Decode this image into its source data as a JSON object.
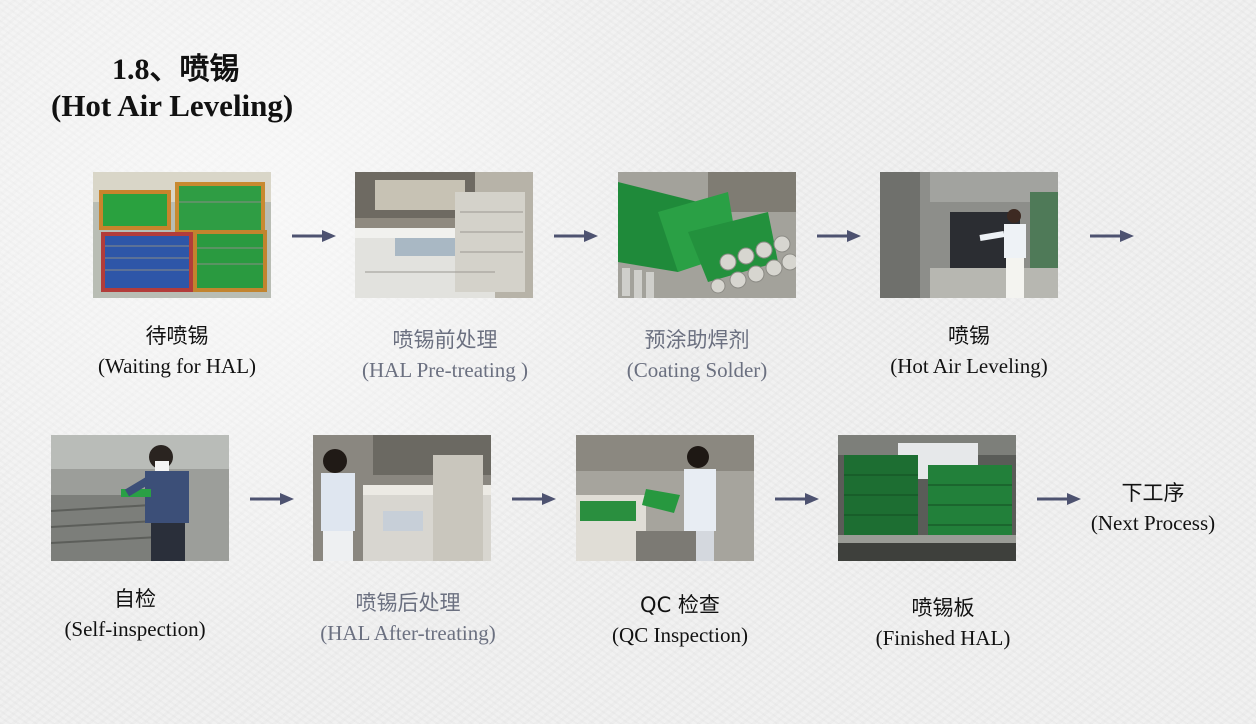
{
  "title": {
    "line1": "1.8、喷锡",
    "line2": "(Hot Air Leveling)"
  },
  "steps": [
    {
      "zh": "待喷锡",
      "en": "(Waiting for HAL)",
      "image": "pcb-panels-racks-photo"
    },
    {
      "zh": "喷锡前处理",
      "en": "(HAL Pre-treating )",
      "image": "pretreat-machine-photo"
    },
    {
      "zh": "预涂助焊剂",
      "en": "(Coating Solder)",
      "image": "flux-coating-rollers-photo"
    },
    {
      "zh": "喷锡",
      "en": "(Hot Air Leveling)",
      "image": "hal-machine-operator-photo"
    },
    {
      "zh": "自检",
      "en": "(Self-inspection)",
      "image": "self-inspection-worker-photo"
    },
    {
      "zh": "喷锡后处理",
      "en": "(HAL After-treating)",
      "image": "after-treat-machine-photo"
    },
    {
      "zh": "QC 检查",
      "en": "(QC Inspection)",
      "image": "qc-inspector-photo"
    },
    {
      "zh": "喷锡板",
      "en": "(Finished HAL)",
      "image": "finished-boards-rack-photo"
    }
  ],
  "next": {
    "zh": "下工序",
    "en": "(Next Process)"
  },
  "colors": {
    "arrow": "#4d5270",
    "muted_text": "#6b7080",
    "board_green": "#1f8a3a"
  }
}
